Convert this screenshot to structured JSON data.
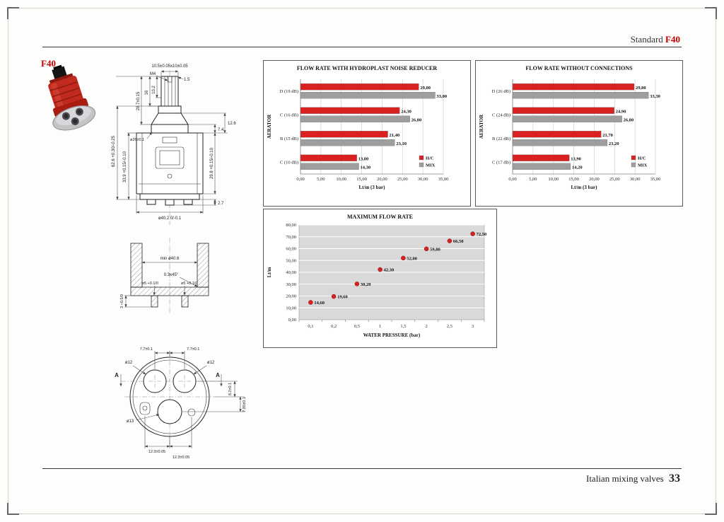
{
  "header": {
    "standard_label": "Standard",
    "model": "F40"
  },
  "side_model_label": "F40",
  "footer": {
    "text": "Italian mixing valves",
    "page_number": "33"
  },
  "product_photo": {
    "name": "F40 cartridge"
  },
  "colors": {
    "accent_red": "#c00000",
    "bar_red": "#d92121",
    "bar_gray": "#9e9e9e",
    "plot_gray": "#d9d9d9"
  },
  "drawings": {
    "front": {
      "top_size": "10.5±0.05x10±0.05",
      "m4": "M4",
      "chamfer": "1.5",
      "d102": "10.2",
      "d16": "16",
      "d287": "28.7±0.15",
      "d626": "62.6 +0.30/-0.25",
      "d339": "33.9 +0.15/-0.10",
      "d26": "ø26±0.1",
      "d74": "7.4",
      "d126": "12.6",
      "d298": "29.8 +0.15/-0.10",
      "d402": "ø40.2 0/-0.1",
      "d27": "2.7"
    },
    "section": {
      "min_d": "min ø40.6",
      "chamfer": "0.3x45°",
      "pin_left": "ø5 +0.1/0",
      "pin_right": "ø5 +0.1/0",
      "depth": "3 +0.5/0"
    },
    "bottom": {
      "d77_left": "7.7±0.1",
      "d77_right": "7.7±0.1",
      "d12_left": "ø12",
      "d12_right": "ø12",
      "d82": "8.2±0.1",
      "d785": "7.85±0.1",
      "d13": "ø13",
      "d123_left": "12.3±0.05",
      "d123_right": "12.3±0.05",
      "a_left": "A",
      "a_right": "A"
    }
  },
  "chart_data": [
    {
      "type": "bar",
      "orientation": "horizontal",
      "title": "FLOW RATE WITH HYDROPLAST NOISE REDUCER",
      "categories": [
        "D (19 dB)",
        "C (16 dB)",
        "B (15 dB)",
        "C (10 dB)"
      ],
      "series": [
        {
          "name": "H/C",
          "color": "#d92121",
          "values": [
            29.0,
            24.3,
            21.4,
            13.8
          ],
          "labels": [
            "29,00",
            "24,30",
            "21,40",
            "13,80"
          ]
        },
        {
          "name": "MIX",
          "color": "#9e9e9e",
          "values": [
            33.0,
            26.8,
            23.1,
            14.3
          ],
          "labels": [
            "33,00",
            "26,80",
            "23,10",
            "14,30"
          ]
        }
      ],
      "xlabel": "Lt/m (3 bar)",
      "ylabel": "AERATOR",
      "xlim": [
        0,
        35
      ],
      "xticks": [
        "0,00",
        "5,00",
        "10,00",
        "15,00",
        "20,00",
        "25,00",
        "30,00",
        "35,00"
      ],
      "legend_position": "bottom-right"
    },
    {
      "type": "bar",
      "orientation": "horizontal",
      "title": "FLOW RATE WITHOUT CONNECTIONS",
      "categories": [
        "D (26 dB)",
        "C (24 dB)",
        "B (22 dB)",
        "C (17 dB)"
      ],
      "series": [
        {
          "name": "H/C",
          "color": "#d92121",
          "values": [
            29.8,
            24.9,
            21.7,
            13.9
          ],
          "labels": [
            "29,80",
            "24,90",
            "21,70",
            "13,90"
          ]
        },
        {
          "name": "MIX",
          "color": "#9e9e9e",
          "values": [
            33.3,
            26.8,
            23.2,
            14.2
          ],
          "labels": [
            "33,30",
            "26,80",
            "23,20",
            "14,20"
          ]
        }
      ],
      "xlabel": "Lt/m (3 bar)",
      "ylabel": "AERATOR",
      "xlim": [
        0,
        35
      ],
      "xticks": [
        "0,00",
        "5,00",
        "10,00",
        "15,00",
        "20,00",
        "25,00",
        "30,00",
        "35,00"
      ],
      "legend_position": "bottom-right"
    },
    {
      "type": "scatter",
      "title": "MAXIMUM FLOW RATE",
      "x_categories": [
        "0,1",
        "0,2",
        "0,5",
        "1",
        "1,5",
        "2",
        "2,5",
        "3"
      ],
      "values": [
        14.6,
        19.6,
        30.2,
        42.3,
        52.0,
        59.8,
        66.5,
        72.5
      ],
      "labels": [
        "14,60",
        "19,60",
        "30,20",
        "42,30",
        "52,00",
        "59,80",
        "66,50",
        "72,50"
      ],
      "xlabel": "WATER PRESSURE (bar)",
      "ylabel": "Lt/m",
      "ylim": [
        0,
        80
      ],
      "yticks": [
        "0,00",
        "10,00",
        "20,00",
        "30,00",
        "40,00",
        "50,00",
        "60,00",
        "70,00",
        "80,00"
      ],
      "point_color": "#d92121",
      "plot_bg": "#d9d9d9",
      "grid": "horizontal-white"
    }
  ]
}
